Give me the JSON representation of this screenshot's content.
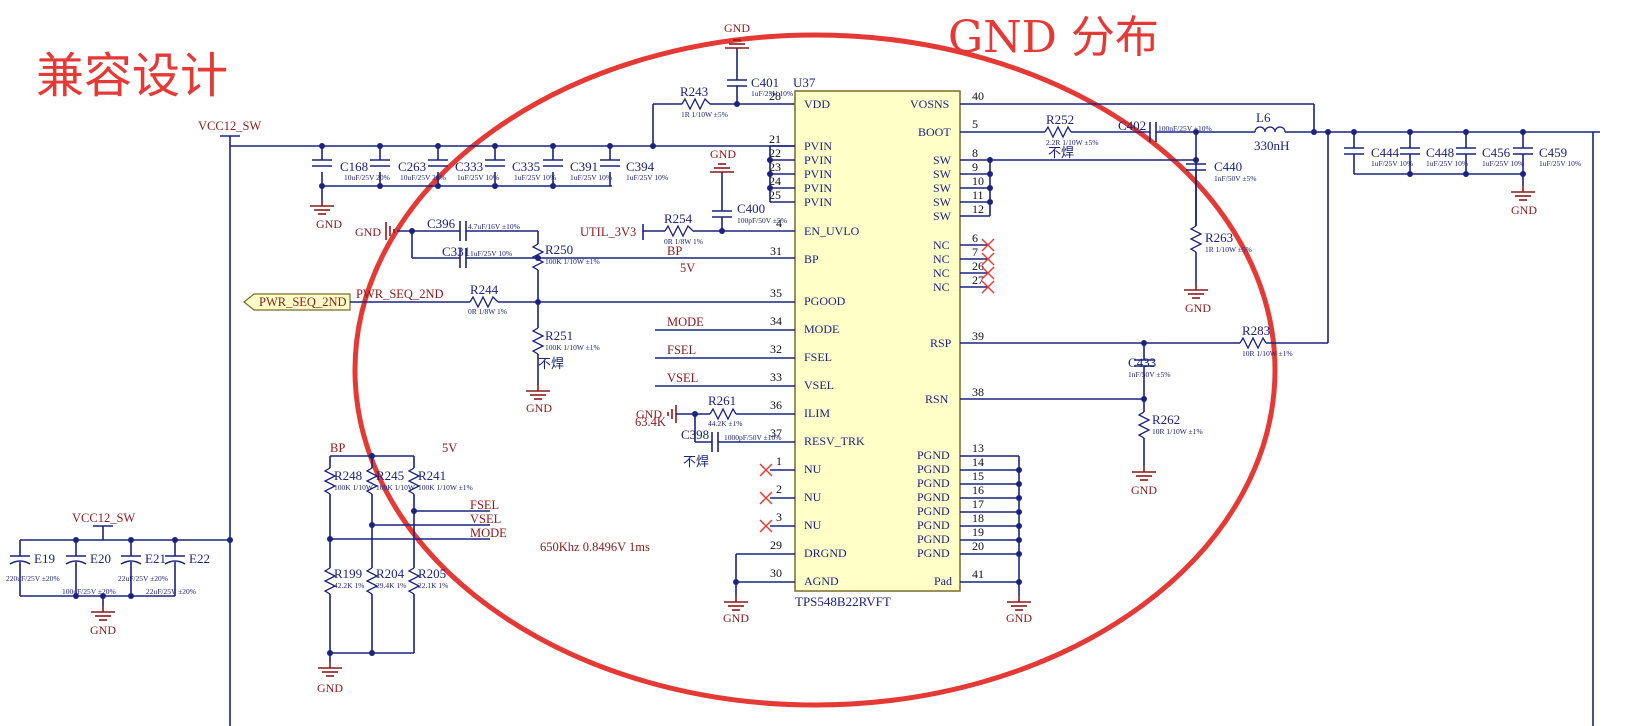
{
  "annotations": {
    "compat": "兼容设计",
    "gnd_dist": "GND 分布",
    "no_solder": "不焊",
    "freq_note": "650Khz  0.8496V  1ms",
    "ilim_note": "63.4K"
  },
  "ic": {
    "ref": "U37",
    "part": "TPS548B22RVFT",
    "left_pins": [
      {
        "name": "VDD",
        "num": "28"
      },
      {
        "name": "PVIN",
        "num": "21"
      },
      {
        "name": "PVIN",
        "num": "22"
      },
      {
        "name": "PVIN",
        "num": "23"
      },
      {
        "name": "PVIN",
        "num": "24"
      },
      {
        "name": "PVIN",
        "num": "25"
      },
      {
        "name": "EN_UVLO",
        "num": "4"
      },
      {
        "name": "BP",
        "num": "31"
      },
      {
        "name": "PGOOD",
        "num": "35"
      },
      {
        "name": "MODE",
        "num": "34"
      },
      {
        "name": "FSEL",
        "num": "32"
      },
      {
        "name": "VSEL",
        "num": "33"
      },
      {
        "name": "ILIM",
        "num": "36"
      },
      {
        "name": "RESV_TRK",
        "num": "37"
      },
      {
        "name": "NU",
        "num": "1"
      },
      {
        "name": "NU",
        "num": "2"
      },
      {
        "name": "NU",
        "num": "3"
      },
      {
        "name": "DRGND",
        "num": "29"
      },
      {
        "name": "AGND",
        "num": "30"
      }
    ],
    "right_pins": [
      {
        "name": "VOSNS",
        "num": "40"
      },
      {
        "name": "BOOT",
        "num": "5"
      },
      {
        "name": "SW",
        "num": "8"
      },
      {
        "name": "SW",
        "num": "9"
      },
      {
        "name": "SW",
        "num": "10"
      },
      {
        "name": "SW",
        "num": "11"
      },
      {
        "name": "SW",
        "num": "12"
      },
      {
        "name": "NC",
        "num": "6"
      },
      {
        "name": "NC",
        "num": "7"
      },
      {
        "name": "NC",
        "num": "26"
      },
      {
        "name": "NC",
        "num": "27"
      },
      {
        "name": "RSP",
        "num": "39"
      },
      {
        "name": "RSN",
        "num": "38"
      },
      {
        "name": "PGND",
        "num": "13"
      },
      {
        "name": "PGND",
        "num": "14"
      },
      {
        "name": "PGND",
        "num": "15"
      },
      {
        "name": "PGND",
        "num": "16"
      },
      {
        "name": "PGND",
        "num": "17"
      },
      {
        "name": "PGND",
        "num": "18"
      },
      {
        "name": "PGND",
        "num": "19"
      },
      {
        "name": "PGND",
        "num": "20"
      },
      {
        "name": "Pad",
        "num": "41"
      }
    ]
  },
  "nets": {
    "vcc12": "VCC12_SW",
    "gnd": "GND",
    "util": "UTIL_3V3",
    "pwr_seq": "PWR_SEQ_2ND",
    "bp": "BP",
    "v5": "5V",
    "mode": "MODE",
    "fsel": "FSEL",
    "vsel": "VSEL"
  },
  "components": {
    "C401": {
      "ref": "C401",
      "val": "1uF/25V 10%"
    },
    "R243": {
      "ref": "R243",
      "val": "1R 1/10W ±5%"
    },
    "C168": {
      "ref": "C168",
      "val": "10uF/25V 20%"
    },
    "C263": {
      "ref": "C263",
      "val": "10uF/25V 20%"
    },
    "C333": {
      "ref": "C333",
      "val": "1uF/25V 10%"
    },
    "C335": {
      "ref": "C335",
      "val": "1uF/25V 10%"
    },
    "C391": {
      "ref": "C391",
      "val": "1uF/25V 10%"
    },
    "C394": {
      "ref": "C394",
      "val": "1uF/25V 10%"
    },
    "C396": {
      "ref": "C396",
      "val": "4.7uF/16V ±10%"
    },
    "C331": {
      "ref": "C331",
      "val": "1uF/25V 10%"
    },
    "R254": {
      "ref": "R254",
      "val": "0R 1/8W 1%"
    },
    "C400": {
      "ref": "C400",
      "val": "100pF/50V ±5%"
    },
    "R250": {
      "ref": "R250",
      "val": "100K 1/10W ±1%"
    },
    "R244": {
      "ref": "R244",
      "val": "0R 1/8W 1%"
    },
    "R251": {
      "ref": "R251",
      "val": "100K 1/10W ±1%"
    },
    "R261": {
      "ref": "R261",
      "val": "44.2K ±1%"
    },
    "C398": {
      "ref": "C398",
      "val": "1000pF/50V ±10%"
    },
    "R252": {
      "ref": "R252",
      "val": "2.2R 1/10W ±5%"
    },
    "C402": {
      "ref": "C402",
      "val": "100nF/25V ±10%"
    },
    "L6": {
      "ref": "L6",
      "val": "330nH"
    },
    "C440": {
      "ref": "C440",
      "val": "1nF/50V ±5%"
    },
    "R263": {
      "ref": "R263",
      "val": "1R 1/10W ±5%"
    },
    "C444": {
      "ref": "C444",
      "val": "1uF/25V 10%"
    },
    "C448": {
      "ref": "C448",
      "val": "1uF/25V 10%"
    },
    "C456": {
      "ref": "C456",
      "val": "1uF/25V 10%"
    },
    "C459": {
      "ref": "C459",
      "val": "1uF/25V 10%"
    },
    "R283": {
      "ref": "R283",
      "val": "10R 1/10W ±1%"
    },
    "C433": {
      "ref": "C433",
      "val": "1nF/50V ±5%"
    },
    "R262": {
      "ref": "R262",
      "val": "10R 1/10W ±1%"
    },
    "R248": {
      "ref": "R248",
      "val": "100K 1/10W"
    },
    "R245": {
      "ref": "R245",
      "val": "100K 1/10W"
    },
    "R241": {
      "ref": "R241",
      "val": "100K 1/10W ±1%"
    },
    "R199": {
      "ref": "R199",
      "val": "42.2K 1%"
    },
    "R204": {
      "ref": "R204",
      "val": "29.4K 1%"
    },
    "R205": {
      "ref": "R205",
      "val": "22.1K 1%"
    },
    "E19": {
      "ref": "E19",
      "val": "220uF/25V ±20%"
    },
    "E20": {
      "ref": "E20",
      "val": "100uF/25V ±20%"
    },
    "E21": {
      "ref": "E21",
      "val": "22uF/25V ±20%"
    },
    "E22": {
      "ref": "E22",
      "val": "22uF/25V ±20%"
    }
  }
}
